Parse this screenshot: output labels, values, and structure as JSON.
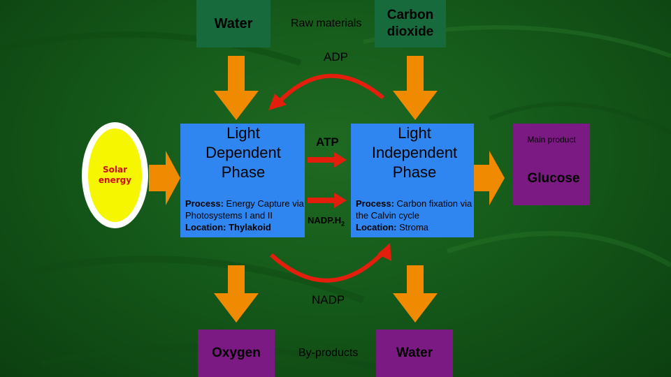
{
  "colors": {
    "background": "#176019",
    "dark_green_box": "#166a3c",
    "blue_box": "#2f86f0",
    "purple_box": "#7b1a82",
    "orange_arrow": "#f08a00",
    "red_arrow": "#e41e0c",
    "sun_yellow": "#f6f600",
    "sun_label": "#cc1010"
  },
  "inputs": {
    "water": "Water",
    "raw_materials": "Raw materials",
    "carbon_dioxide": "Carbon dioxide"
  },
  "cycle": {
    "adp": "ADP",
    "atp": "ATP",
    "nadph_prefix": "NADP.H",
    "nadph_sub": "2",
    "nadp": "NADP"
  },
  "light_dependent": {
    "title": "Light Dependent Phase",
    "process_label": "Process:",
    "process_text": " Energy Capture via Photosystems I and II",
    "location": "Location: Thylakoid"
  },
  "light_independent": {
    "title": "Light Independent Phase",
    "process_label": "Process:",
    "process_text": " Carbon fixation via the Calvin cycle",
    "location_label": "Location:",
    "location_text": " Stroma"
  },
  "solar": {
    "label": "Solar energy"
  },
  "product": {
    "main_product": "Main product",
    "glucose": "Glucose"
  },
  "outputs": {
    "oxygen": "Oxygen",
    "by_products": "By-products",
    "water": "Water"
  }
}
